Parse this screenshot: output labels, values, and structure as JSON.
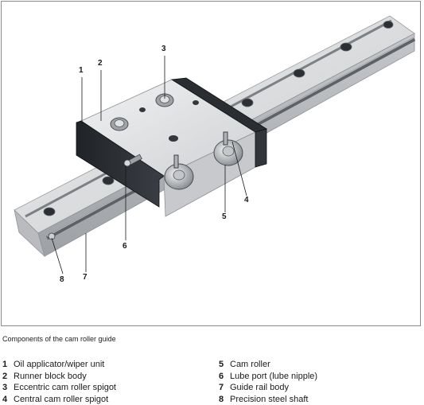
{
  "callouts": [
    {
      "num": "1"
    },
    {
      "num": "2"
    },
    {
      "num": "3"
    },
    {
      "num": "4"
    },
    {
      "num": "5"
    },
    {
      "num": "6"
    },
    {
      "num": "7"
    },
    {
      "num": "8"
    }
  ],
  "caption": "Components of the cam roller guide",
  "legend": {
    "left": [
      {
        "num": "1",
        "label": "Oil applicator/wiper unit"
      },
      {
        "num": "2",
        "label": "Runner block body"
      },
      {
        "num": "3",
        "label": "Eccentric cam roller spigot"
      },
      {
        "num": "4",
        "label": "Central cam roller spigot"
      }
    ],
    "right": [
      {
        "num": "5",
        "label": "Cam roller"
      },
      {
        "num": "6",
        "label": "Lube port (lube nipple)"
      },
      {
        "num": "7",
        "label": "Guide rail body"
      },
      {
        "num": "8",
        "label": "Precision steel shaft"
      }
    ]
  },
  "colors": {
    "rail": "#d7d8da",
    "rail_dark": "#aeb0b3",
    "block_top": "#e4e5e7",
    "block_side": "#25282c",
    "shaft": "#6f7378",
    "text": "#1a1a1a"
  }
}
